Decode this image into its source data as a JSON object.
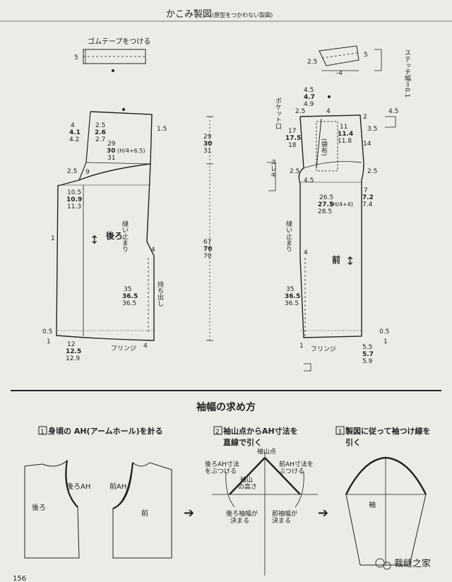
{
  "header": {
    "title": "かこみ製図",
    "subtitle": "(原型をつかわない製図)"
  },
  "top": {
    "gomu_label": "ゴムテープをつける",
    "gomu_height": "5",
    "stitch_label": "ステッチ幅＝0.1",
    "pocket_h": "2.5",
    "pocket_len": "-4",
    "pocket_w": "5"
  },
  "back_pattern": {
    "name": "後ろ",
    "rise_top": [
      "4",
      "4.1",
      "4.2"
    ],
    "rise_mid": [
      "2.5",
      "2.6",
      "2.7"
    ],
    "waist": [
      "29",
      "30",
      "31"
    ],
    "waist_formula": "(H/4+6.5)",
    "hip_left": "2.5",
    "hip_depth": "9",
    "side_offset": "1.5",
    "hip_height": [
      "10.5",
      "10.9",
      "11.3"
    ],
    "seam_stop": "縫い止まり",
    "seam_num": "4",
    "hem": [
      "35",
      "36.5",
      "36.5"
    ],
    "hem_extra": "持ち出し",
    "hem_left_low": "0.5",
    "hem_left": "1",
    "hem_width": [
      "12",
      "12.5",
      "12.9"
    ],
    "hem_right": "4",
    "side_left": "1",
    "fringe": "フリンジ"
  },
  "lengths": {
    "total_top": [
      "29",
      "30",
      "31"
    ],
    "total_len": [
      "67",
      "70",
      "70"
    ]
  },
  "front_pattern": {
    "name": "前",
    "pocket_label": "ポケット口",
    "fukuro": "(袋布)",
    "sleki": "スレキ",
    "top": [
      "4.5",
      "4.7",
      "4.9"
    ],
    "top_left": "2.5",
    "top_mid": "4",
    "top_right": "2",
    "pocket_depth": [
      "11",
      "11.4",
      "11.8"
    ],
    "side_left": [
      "17",
      "17.5",
      "18"
    ],
    "side_right": "3.5",
    "side_right2": "14",
    "hip_left": "2.5",
    "hip_mid": "4.5",
    "hip_right": "2.5",
    "waist": [
      "26.5",
      "27.5",
      "28.5"
    ],
    "waist_formula": "(H/4+4)",
    "crotch": [
      "7",
      "7.2",
      "7.4"
    ],
    "seam_stop": "縫い止まり",
    "seam_num": "4",
    "hem": [
      "35",
      "36.5",
      "36.5"
    ],
    "detail_small": "4.5",
    "hem_left": "1",
    "hem_right_low": "0.5",
    "hem_right": "1",
    "hem_bottom": [
      "5.5",
      "5.7",
      "5.9"
    ],
    "fringe": "フリンジ"
  },
  "sleeve_section": {
    "title": "袖幅の求め方",
    "steps": [
      {
        "num": "1",
        "text": "身頃の AH(アームホール)を計る"
      },
      {
        "num": "2",
        "text1": "袖山点からAH寸法を",
        "text2": "直線で引く"
      },
      {
        "num": "3",
        "text1": "製図に従って袖つけ線を",
        "text2": "引く"
      }
    ],
    "back_label": "後ろ",
    "back_ah": "後ろAH",
    "front_ah": "前AH",
    "front_label": "前",
    "sleeve_top": "袖山点",
    "back_ah_note1": "後ろAH寸法",
    "back_ah_note2": "をぶつける",
    "front_ah_note1": "前AH寸法を",
    "front_ah_note2": "ぶつける",
    "cap_height1": "袖山",
    "cap_height2": "の高さ",
    "back_width1": "後ろ袖幅が",
    "back_width2": "決まる",
    "front_width1": "前袖幅が",
    "front_width2": "決まる",
    "sleeve_label": "袖",
    "arrow": "➔"
  },
  "footer": {
    "page": "156",
    "watermark": "裁缝之家"
  }
}
